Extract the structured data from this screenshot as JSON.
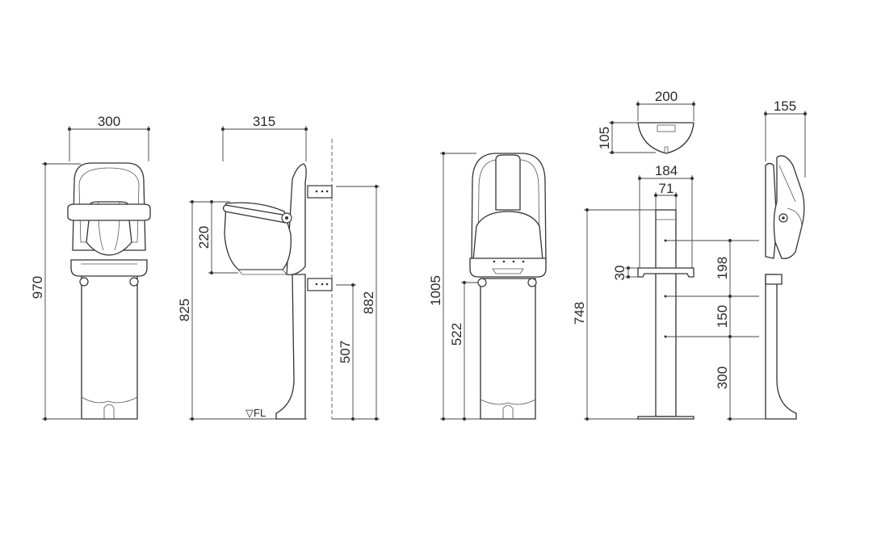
{
  "views": {
    "front_seat": {
      "width": "300",
      "height": "970"
    },
    "side_seat": {
      "depth": "315",
      "armrest": "220",
      "seat_height": "825",
      "top": "882",
      "bracket": "507",
      "floor_label": "▽FL"
    },
    "front_folded": {
      "height": "1005",
      "seat": "522"
    },
    "pole": {
      "top_width": "200",
      "top_depth": "105",
      "bracket_width": "184",
      "pole_width": "71",
      "bracket_height": "30",
      "height": "748"
    },
    "side_folded": {
      "depth": "155",
      "d1": "198",
      "d2": "150",
      "d3": "300"
    }
  },
  "colors": {
    "line": "#333333",
    "text": "#2a2a2a",
    "background": "#ffffff"
  }
}
